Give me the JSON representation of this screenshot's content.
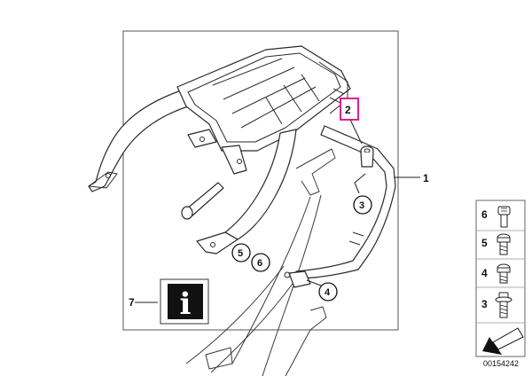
{
  "callouts": {
    "c1": "1",
    "c2": "2",
    "c3": "3",
    "c4": "4",
    "c5": "5",
    "c6": "6",
    "c7": "7"
  },
  "info_icon": "info-icon",
  "highlight_color": "#e0218a",
  "legend": {
    "items": [
      {
        "label": "6",
        "icon": "hex-bolt-icon"
      },
      {
        "label": "5",
        "icon": "torx-bolt-icon"
      },
      {
        "label": "4",
        "icon": "short-bolt-icon"
      },
      {
        "label": "3",
        "icon": "flange-bolt-icon"
      }
    ],
    "arrow_icon": "direction-arrow-icon"
  },
  "diagram_number": "00154242"
}
